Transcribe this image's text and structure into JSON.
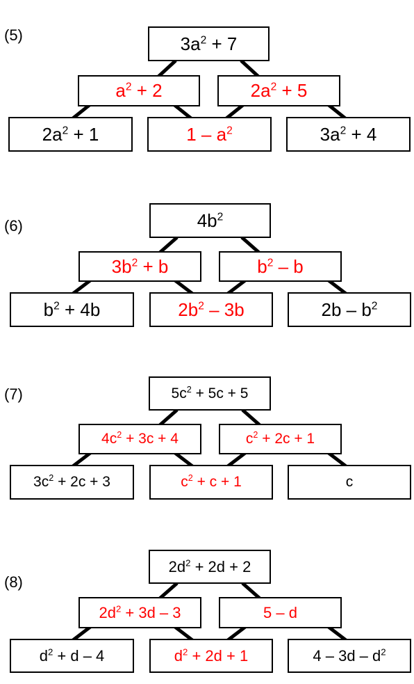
{
  "pyramids": [
    {
      "label": "(5)",
      "top": {
        "parts": [
          "3a",
          "2",
          " + 7"
        ],
        "color": "black"
      },
      "middle": [
        {
          "parts": [
            "a",
            "2",
            " + 2"
          ],
          "color": "red"
        },
        {
          "parts": [
            "2a",
            "2",
            " + 5"
          ],
          "color": "red"
        }
      ],
      "bottom": [
        {
          "parts": [
            "2a",
            "2",
            " + 1"
          ],
          "color": "black"
        },
        {
          "parts": [
            "1 – a",
            "2",
            ""
          ],
          "color": "red"
        },
        {
          "parts": [
            "3a",
            "2",
            " + 4"
          ],
          "color": "black"
        }
      ]
    },
    {
      "label": "(6)",
      "top": {
        "parts": [
          "4b",
          "2",
          ""
        ],
        "color": "black"
      },
      "middle": [
        {
          "parts": [
            "3b",
            "2",
            " + b"
          ],
          "color": "red"
        },
        {
          "parts": [
            "b",
            "2",
            " – b"
          ],
          "color": "red"
        }
      ],
      "bottom": [
        {
          "parts": [
            "b",
            "2",
            " + 4b"
          ],
          "color": "black"
        },
        {
          "parts": [
            "2b",
            "2",
            " – 3b"
          ],
          "color": "red"
        },
        {
          "parts": [
            "2b – b",
            "2",
            ""
          ],
          "color": "black"
        }
      ]
    },
    {
      "label": "(7)",
      "top": {
        "parts": [
          "5c",
          "2",
          " + 5c + 5"
        ],
        "color": "black"
      },
      "middle": [
        {
          "parts": [
            "4c",
            "2",
            " + 3c + 4"
          ],
          "color": "red"
        },
        {
          "parts": [
            "c",
            "2",
            " + 2c + 1"
          ],
          "color": "red"
        }
      ],
      "bottom": [
        {
          "parts": [
            "3c",
            "2",
            " + 2c + 3"
          ],
          "color": "black"
        },
        {
          "parts": [
            "c",
            "2",
            " + c + 1"
          ],
          "color": "red"
        },
        {
          "parts": [
            "c",
            "",
            ""
          ],
          "color": "black"
        }
      ]
    },
    {
      "label": "(8)",
      "top": {
        "parts": [
          "2d",
          "2",
          " + 2d + 2"
        ],
        "color": "black"
      },
      "middle": [
        {
          "parts": [
            "2d",
            "2",
            " + 3d – 3"
          ],
          "color": "red"
        },
        {
          "parts": [
            "5 – d",
            "",
            ""
          ],
          "color": "red"
        }
      ],
      "bottom": [
        {
          "parts": [
            "d",
            "2",
            " + d – 4"
          ],
          "color": "black"
        },
        {
          "parts": [
            "d",
            "2",
            " + 2d + 1"
          ],
          "color": "red"
        },
        {
          "parts": [
            "4 – 3d – d",
            "2",
            ""
          ],
          "color": "black"
        }
      ]
    }
  ],
  "colors": {
    "black": "#000000",
    "red": "#ff0000"
  }
}
